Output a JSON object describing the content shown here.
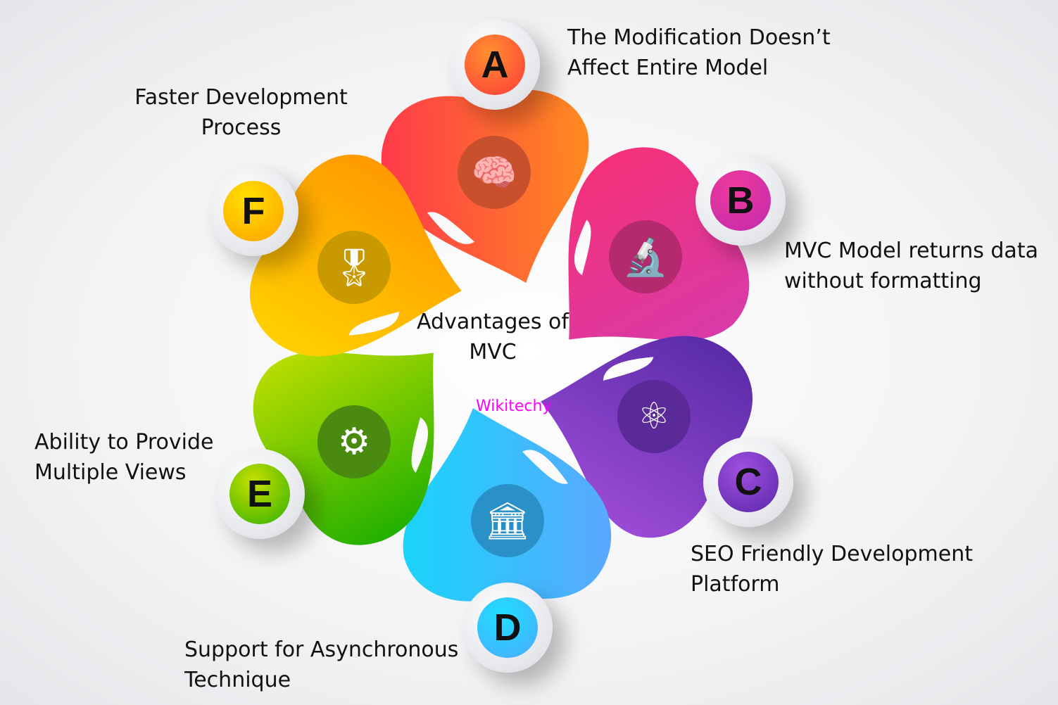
{
  "title": "Advantages of MVC",
  "watermark": "Wikitechy",
  "items": [
    {
      "letter": "A",
      "label_line1": "The Modification Doesn’t",
      "label_line2": "Affect Entire Model",
      "icon": "brain-icon",
      "color": "#ff4f3a"
    },
    {
      "letter": "B",
      "label_line1": "MVC Model returns data",
      "label_line2": "without formatting",
      "icon": "microscope-icon",
      "color": "#e8338a"
    },
    {
      "letter": "C",
      "label_line1": "SEO Friendly Development",
      "label_line2": "Platform",
      "icon": "atom-icon",
      "color": "#7b3cc4"
    },
    {
      "letter": "D",
      "label_line1": "Support for Asynchronous",
      "label_line2": "Technique",
      "icon": "bank-icon",
      "color": "#2cc3f5"
    },
    {
      "letter": "E",
      "label_line1": "Ability to Provide",
      "label_line2": "Multiple Views",
      "icon": "gear-icon",
      "color": "#62c200"
    },
    {
      "letter": "F",
      "label_line1": "Faster Development",
      "label_line2": "Process",
      "icon": "award-ribbon-icon",
      "color": "#ffb300"
    }
  ]
}
